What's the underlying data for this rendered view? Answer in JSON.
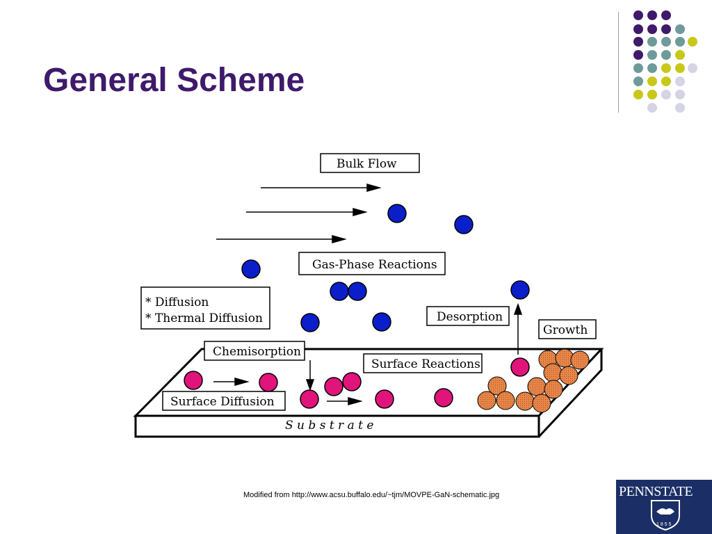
{
  "slide": {
    "title": "General Scheme",
    "caption": "Modified from http://www.acsu.buffalo.edu/~tjm/MOVPE-GaN-schematic.jpg"
  },
  "diagram": {
    "labels": {
      "bulk_flow": "Bulk  Flow",
      "gas_phase_reactions": "Gas-Phase Reactions",
      "diffusion_1": "* Diffusion",
      "diffusion_2": "* Thermal Diffusion",
      "desorption": "Desorption",
      "growth": "Growth",
      "chemisorption": "Chemisorption",
      "surface_reactions": "Surface Reactions",
      "surface_diffusion": "Surface  Diffusion",
      "substrate": "S u b s t r a t e"
    },
    "colors": {
      "gas_particle": "#0a1fc9",
      "surface_particle": "#e0147a",
      "growth_particle": "#e8874a"
    }
  },
  "logo": {
    "text": "PENNSTATE",
    "year": "1 8 5 5"
  },
  "theme": {
    "title_color": "#3f1a6b",
    "dot_colors": [
      "#3f1a6b",
      "#6e9a9a",
      "#c8c81a",
      "#d4d4e6"
    ]
  }
}
